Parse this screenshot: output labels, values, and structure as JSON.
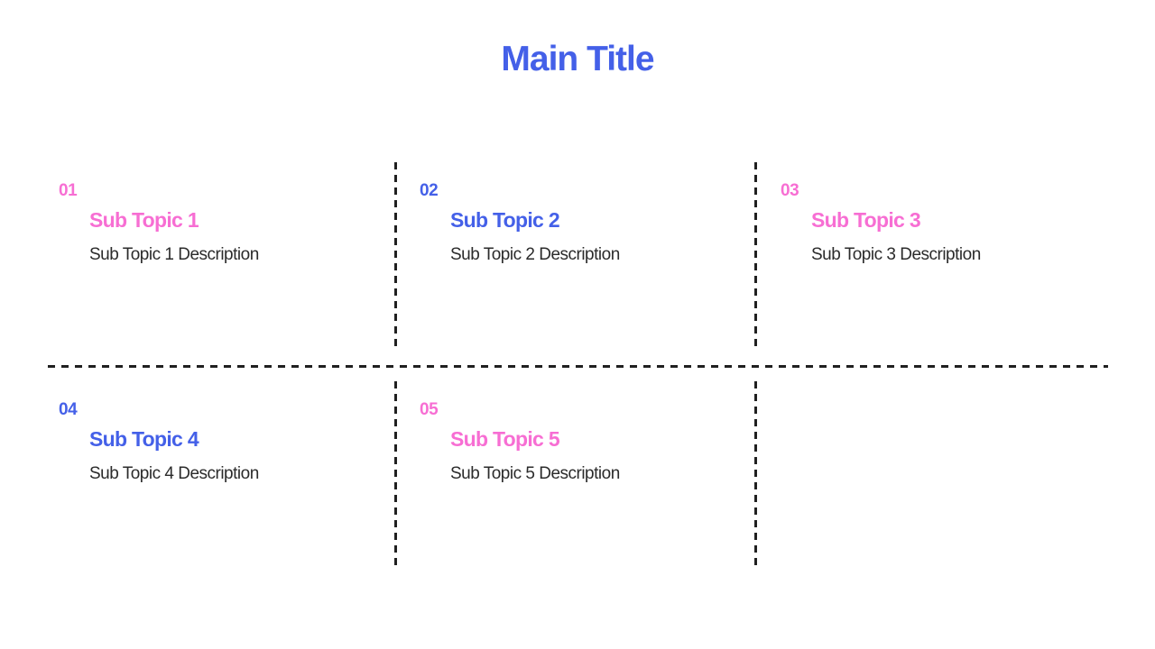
{
  "title": "Main Title",
  "colors": {
    "blue": "#4460E8",
    "pink": "#F76ED3",
    "body_text": "#2B2B2B",
    "divider": "#202020",
    "background": "#FFFFFF"
  },
  "sections": [
    {
      "number": "01",
      "title": "Sub Topic 1",
      "description": "Sub Topic 1 Description",
      "accent": "pink"
    },
    {
      "number": "02",
      "title": "Sub Topic 2",
      "description": "Sub Topic 2 Description",
      "accent": "blue"
    },
    {
      "number": "03",
      "title": "Sub Topic 3",
      "description": "Sub Topic 3 Description",
      "accent": "pink"
    },
    {
      "number": "04",
      "title": "Sub Topic 4",
      "description": "Sub Topic 4 Description",
      "accent": "blue"
    },
    {
      "number": "05",
      "title": "Sub Topic 5",
      "description": "Sub Topic 5 Description",
      "accent": "pink"
    }
  ]
}
